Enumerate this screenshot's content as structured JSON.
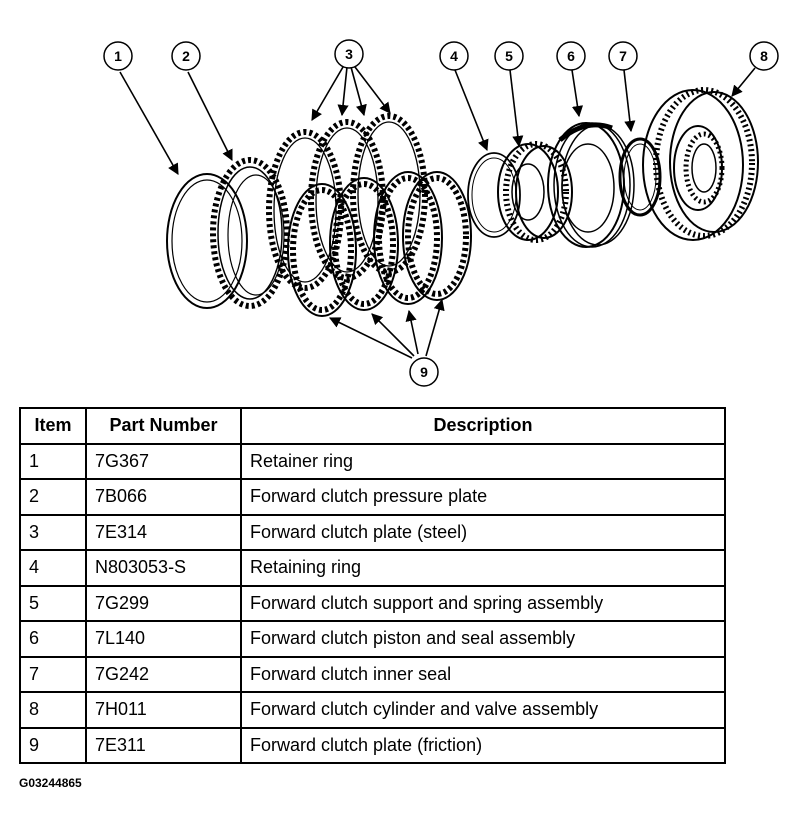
{
  "diagram": {
    "callouts": [
      "1",
      "2",
      "3",
      "4",
      "5",
      "6",
      "7",
      "8",
      "9"
    ]
  },
  "table": {
    "headers": [
      "Item",
      "Part Number",
      "Description"
    ],
    "rows": [
      [
        "1",
        "7G367",
        "Retainer ring"
      ],
      [
        "2",
        "7B066",
        "Forward clutch pressure plate"
      ],
      [
        "3",
        "7E314",
        "Forward clutch plate (steel)"
      ],
      [
        "4",
        "N803053-S",
        "Retaining ring"
      ],
      [
        "5",
        "7G299",
        "Forward clutch support and spring assembly"
      ],
      [
        "6",
        "7L140",
        "Forward clutch piston and seal assembly"
      ],
      [
        "7",
        "7G242",
        "Forward clutch inner seal"
      ],
      [
        "8",
        "7H011",
        "Forward clutch cylinder and valve assembly"
      ],
      [
        "9",
        "7E311",
        "Forward clutch plate (friction)"
      ]
    ]
  },
  "figure_code": "G03244865"
}
